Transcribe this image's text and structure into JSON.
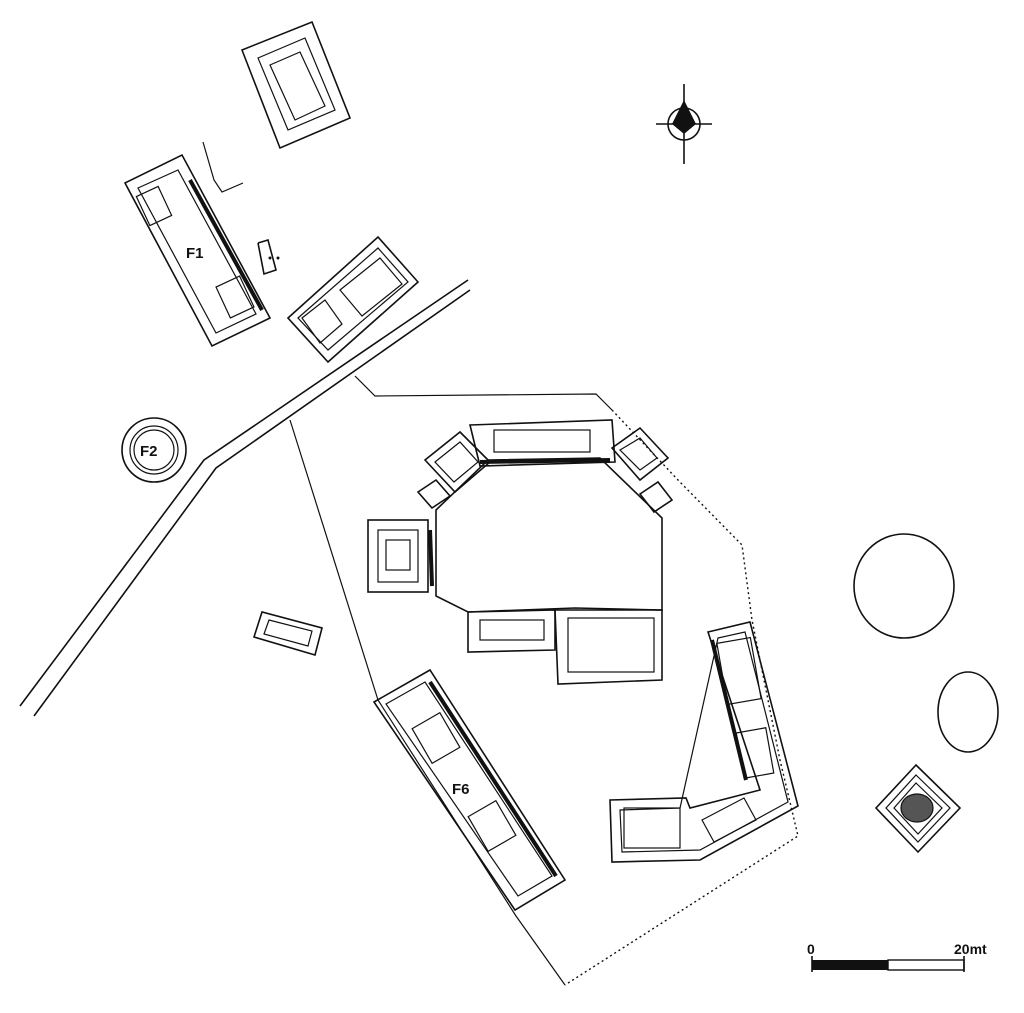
{
  "labels": {
    "f1": "F1",
    "f2": "F2",
    "f6": "F6"
  },
  "scale_bar": {
    "start_label": "0",
    "end_label": "20mt",
    "fill_color": "#111111"
  },
  "north_arrow": {
    "icon": "north-arrow-icon"
  }
}
